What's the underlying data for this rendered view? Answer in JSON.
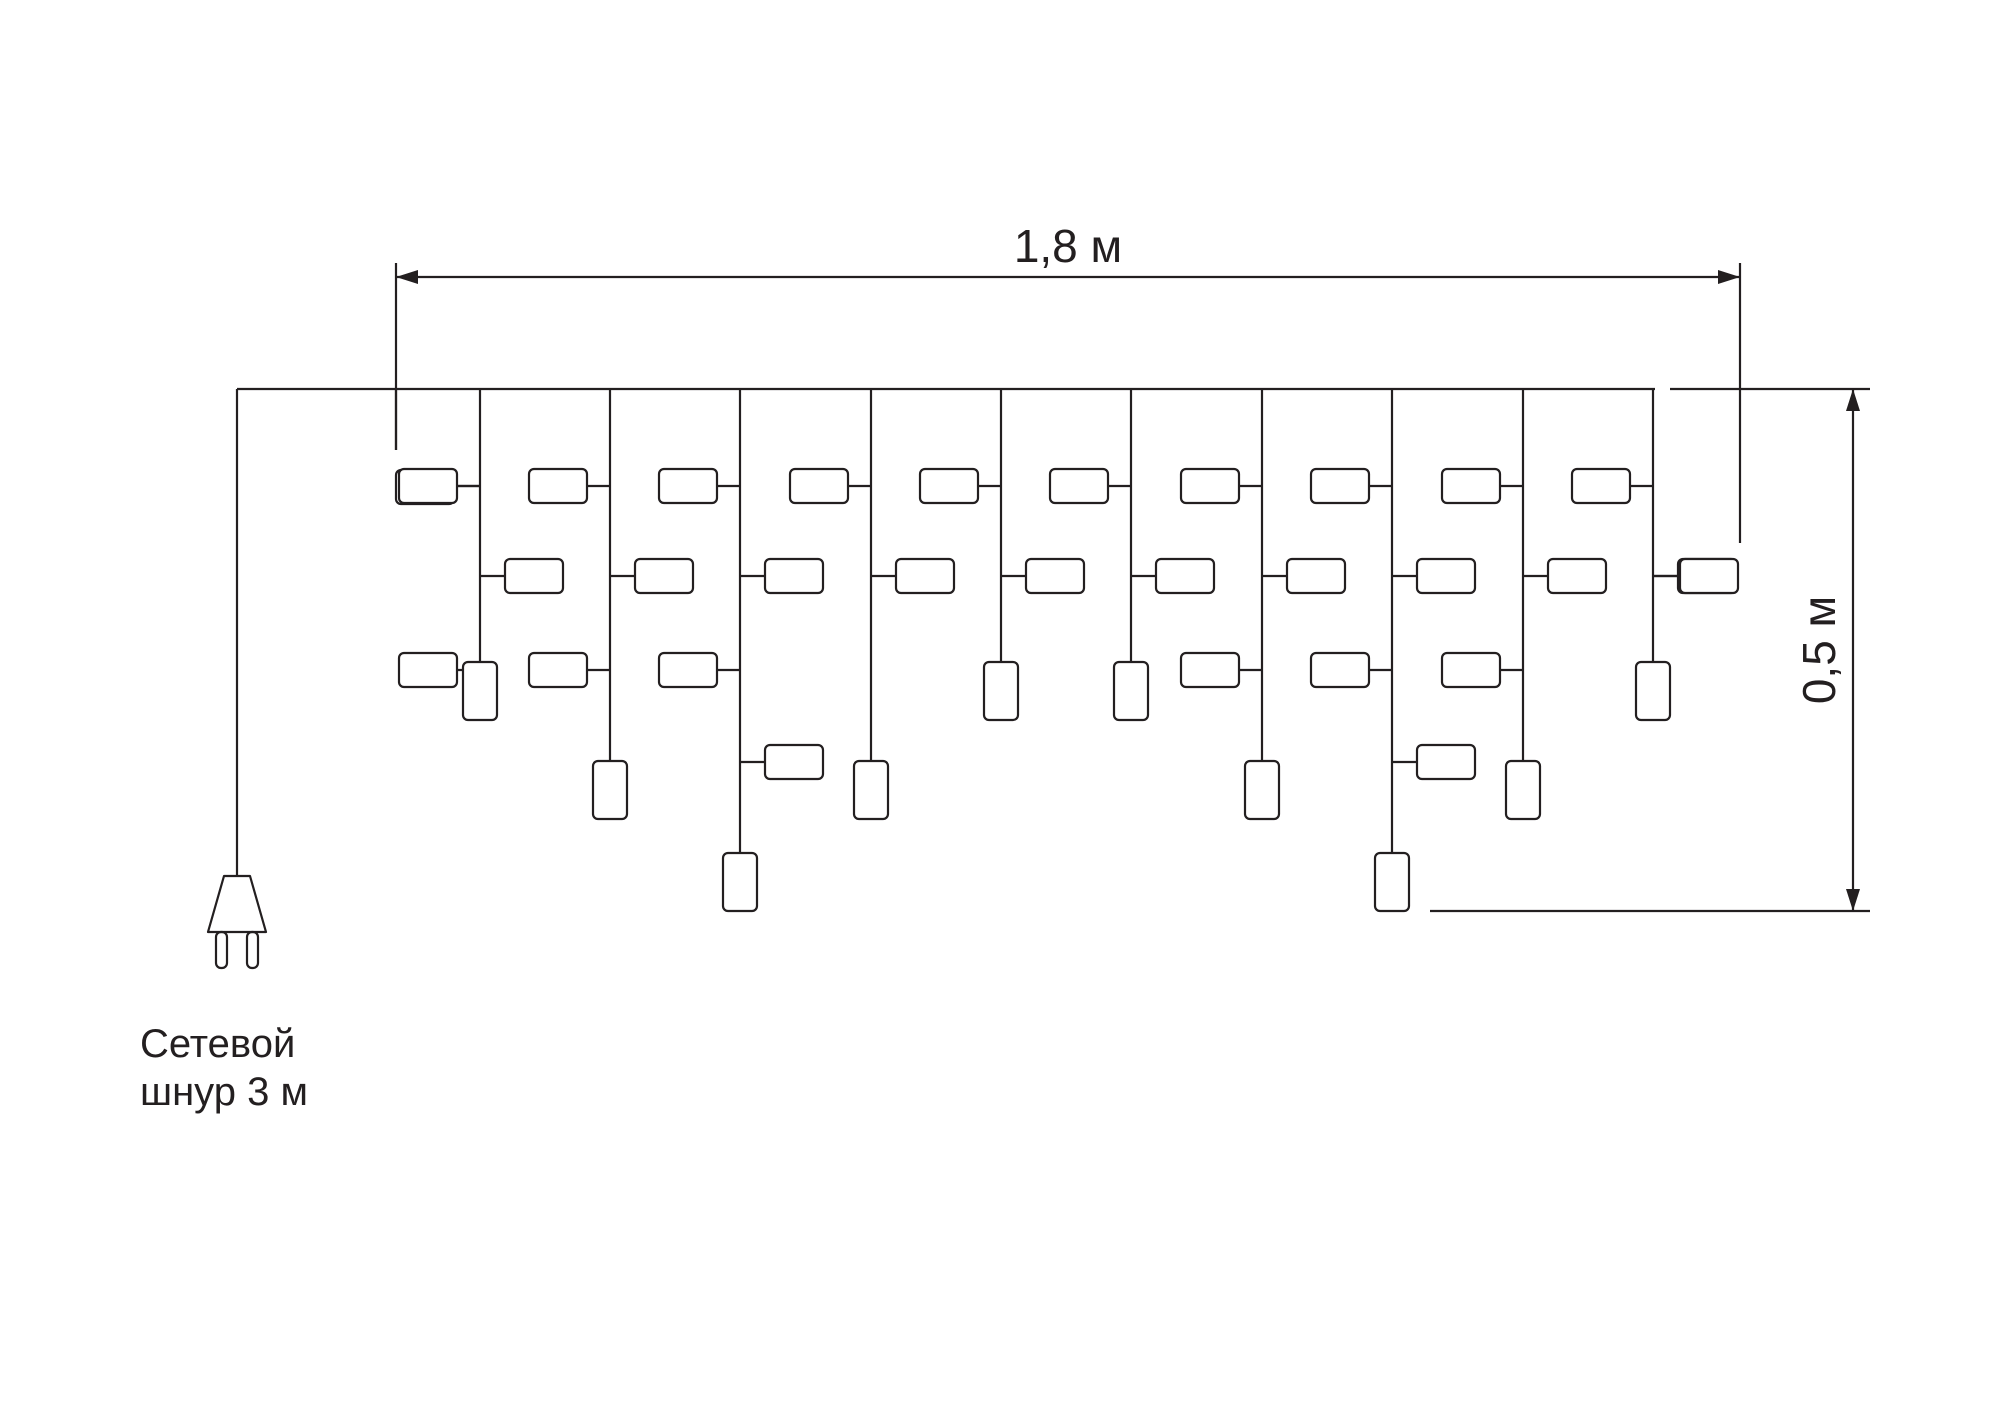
{
  "dimensions": {
    "width_label": "1,8 м",
    "height_label": "0,5 м"
  },
  "power_cord": {
    "line1": "Сетевой",
    "line2": "шнур 3 м"
  },
  "colors": {
    "line": "#231f20",
    "background": "#ffffff"
  },
  "icons": {
    "plug": "power-plug-icon"
  }
}
